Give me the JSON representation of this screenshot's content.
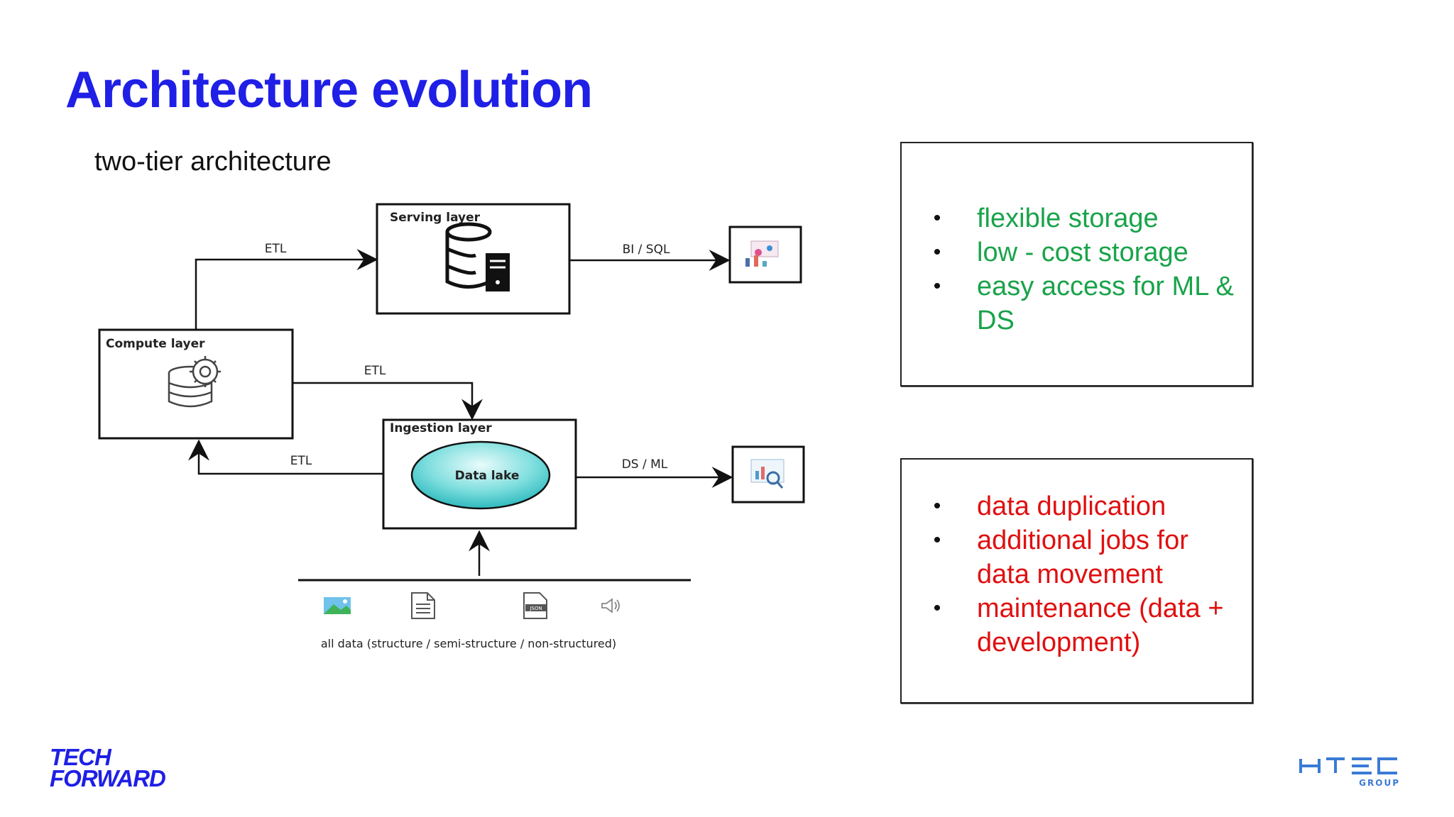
{
  "slide": {
    "title": "Architecture evolution",
    "subtitle": "two-tier architecture"
  },
  "diagram": {
    "nodes": {
      "serving": "Serving layer",
      "compute": "Compute layer",
      "ingestion": "Ingestion layer",
      "lake": "Data  lake"
    },
    "edges": {
      "etl_to_serving": "ETL",
      "etl_to_ingestion": "ETL",
      "etl_to_compute": "ETL",
      "bi_sql": "BI / SQL",
      "ds_ml": "DS / ML"
    },
    "sources_label": "all data (structure / semi-structure / non-structured)",
    "icons": [
      "database-server-icon",
      "database-gear-icon",
      "bi-dashboard-icon",
      "analytics-magnifier-icon",
      "image-icon",
      "document-icon",
      "json-file-icon",
      "audio-icon"
    ]
  },
  "pros": {
    "items": [
      "flexible storage",
      "low - cost storage",
      "easy access for ML & DS"
    ],
    "color": "#19a34a"
  },
  "cons": {
    "items": [
      "data duplication",
      "additional jobs for data movement",
      "maintenance (data + development)"
    ],
    "color": "#e01010"
  },
  "branding": {
    "left_logo_line1": "TECH",
    "left_logo_line2": "FORWARD",
    "right_logo_main": "HTEC",
    "right_logo_sub": "GROUP",
    "accent": "#1f1fe6"
  },
  "bullet_char": "•"
}
